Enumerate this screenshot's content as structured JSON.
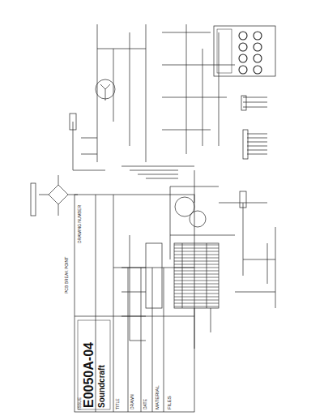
{
  "diagram": {
    "labels": [
      "DRAWING NUMBER",
      "ISSUE",
      "E0050A-04",
      "Soundcraft",
      "PCB BREAK POINT",
      "TITLE",
      "DRAWN",
      "DATE",
      "MATERIAL",
      "FILES"
    ]
  }
}
